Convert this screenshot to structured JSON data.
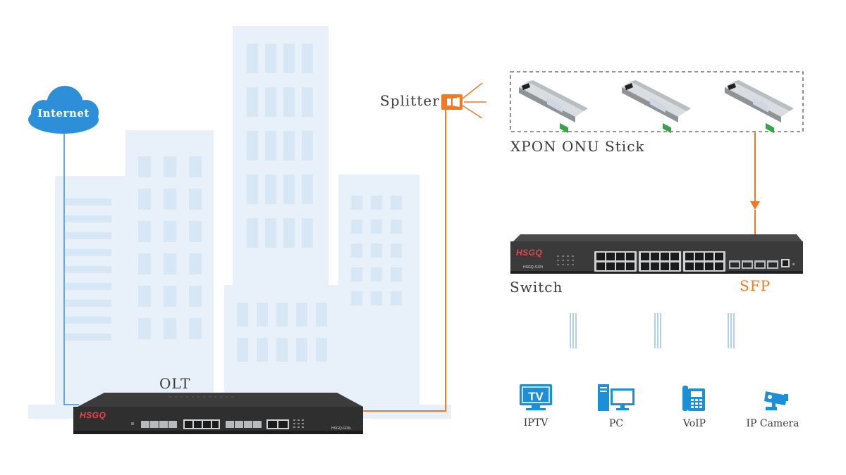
{
  "nodes": {
    "internet": "Internet",
    "olt": "OLT",
    "splitter": "Splitter",
    "onu_stick": "XPON ONU Stick",
    "switch": "Switch",
    "sfp": "SFP"
  },
  "devices": {
    "olt_brand": "HSGQ",
    "olt_model": "HSGQ-G04L",
    "switch_brand": "HSGQ",
    "switch_model": "HSGQ-S124"
  },
  "endpoints": [
    {
      "label": "IPTV",
      "icon": "tv-icon",
      "icon_text": "TV"
    },
    {
      "label": "PC",
      "icon": "pc-icon"
    },
    {
      "label": "VoIP",
      "icon": "phone-icon"
    },
    {
      "label": "IP Camera",
      "icon": "camera-icon"
    }
  ],
  "colors": {
    "link_internet": "#3a8fd6",
    "link_fiber": "#f07a24",
    "icon_blue": "#1b8fd8",
    "buildings": "#e6f0fa"
  }
}
